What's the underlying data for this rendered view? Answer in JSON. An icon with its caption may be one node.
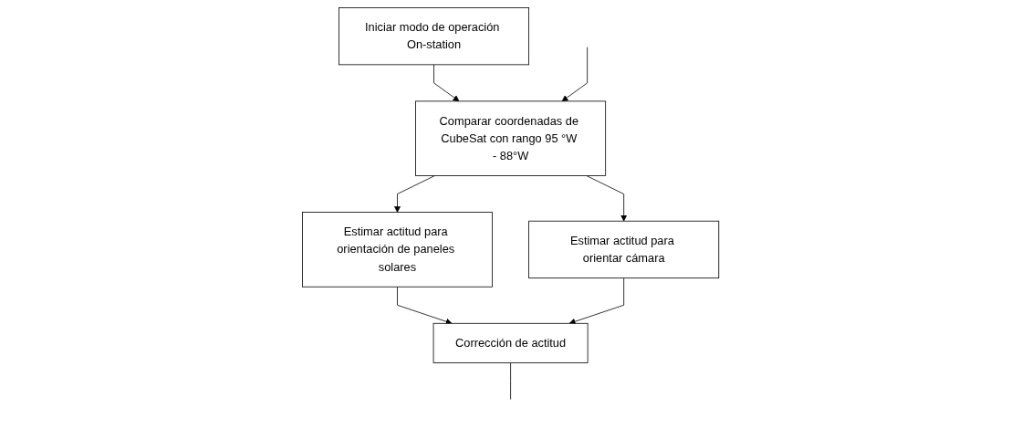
{
  "diagram": {
    "nodes": [
      {
        "text": [
          "Iniciar modo de operación On-station"
        ]
      },
      {
        "text": [
          "Comparar coordenadas de CubeSat con rango 95 °W - 88°W"
        ]
      },
      {
        "text": [
          "Estimar actitud para orientación de paneles solares"
        ]
      },
      {
        "text": [
          "Estimar actitud para orientar cámara"
        ]
      },
      {
        "text": [
          "Corrección de actitud"
        ]
      }
    ],
    "edges": [
      {
        "from": 0,
        "to": 1,
        "arrow": "to"
      },
      {
        "from": null,
        "to": 1,
        "arrow": "to"
      },
      {
        "from": 1,
        "to": 2,
        "arrow": "to"
      },
      {
        "from": 1,
        "to": 3,
        "arrow": "to"
      },
      {
        "from": 2,
        "to": 4,
        "arrow": "to"
      },
      {
        "from": 3,
        "to": 4,
        "arrow": "to"
      },
      {
        "from": 4,
        "to": null,
        "arrow": "none"
      }
    ]
  }
}
